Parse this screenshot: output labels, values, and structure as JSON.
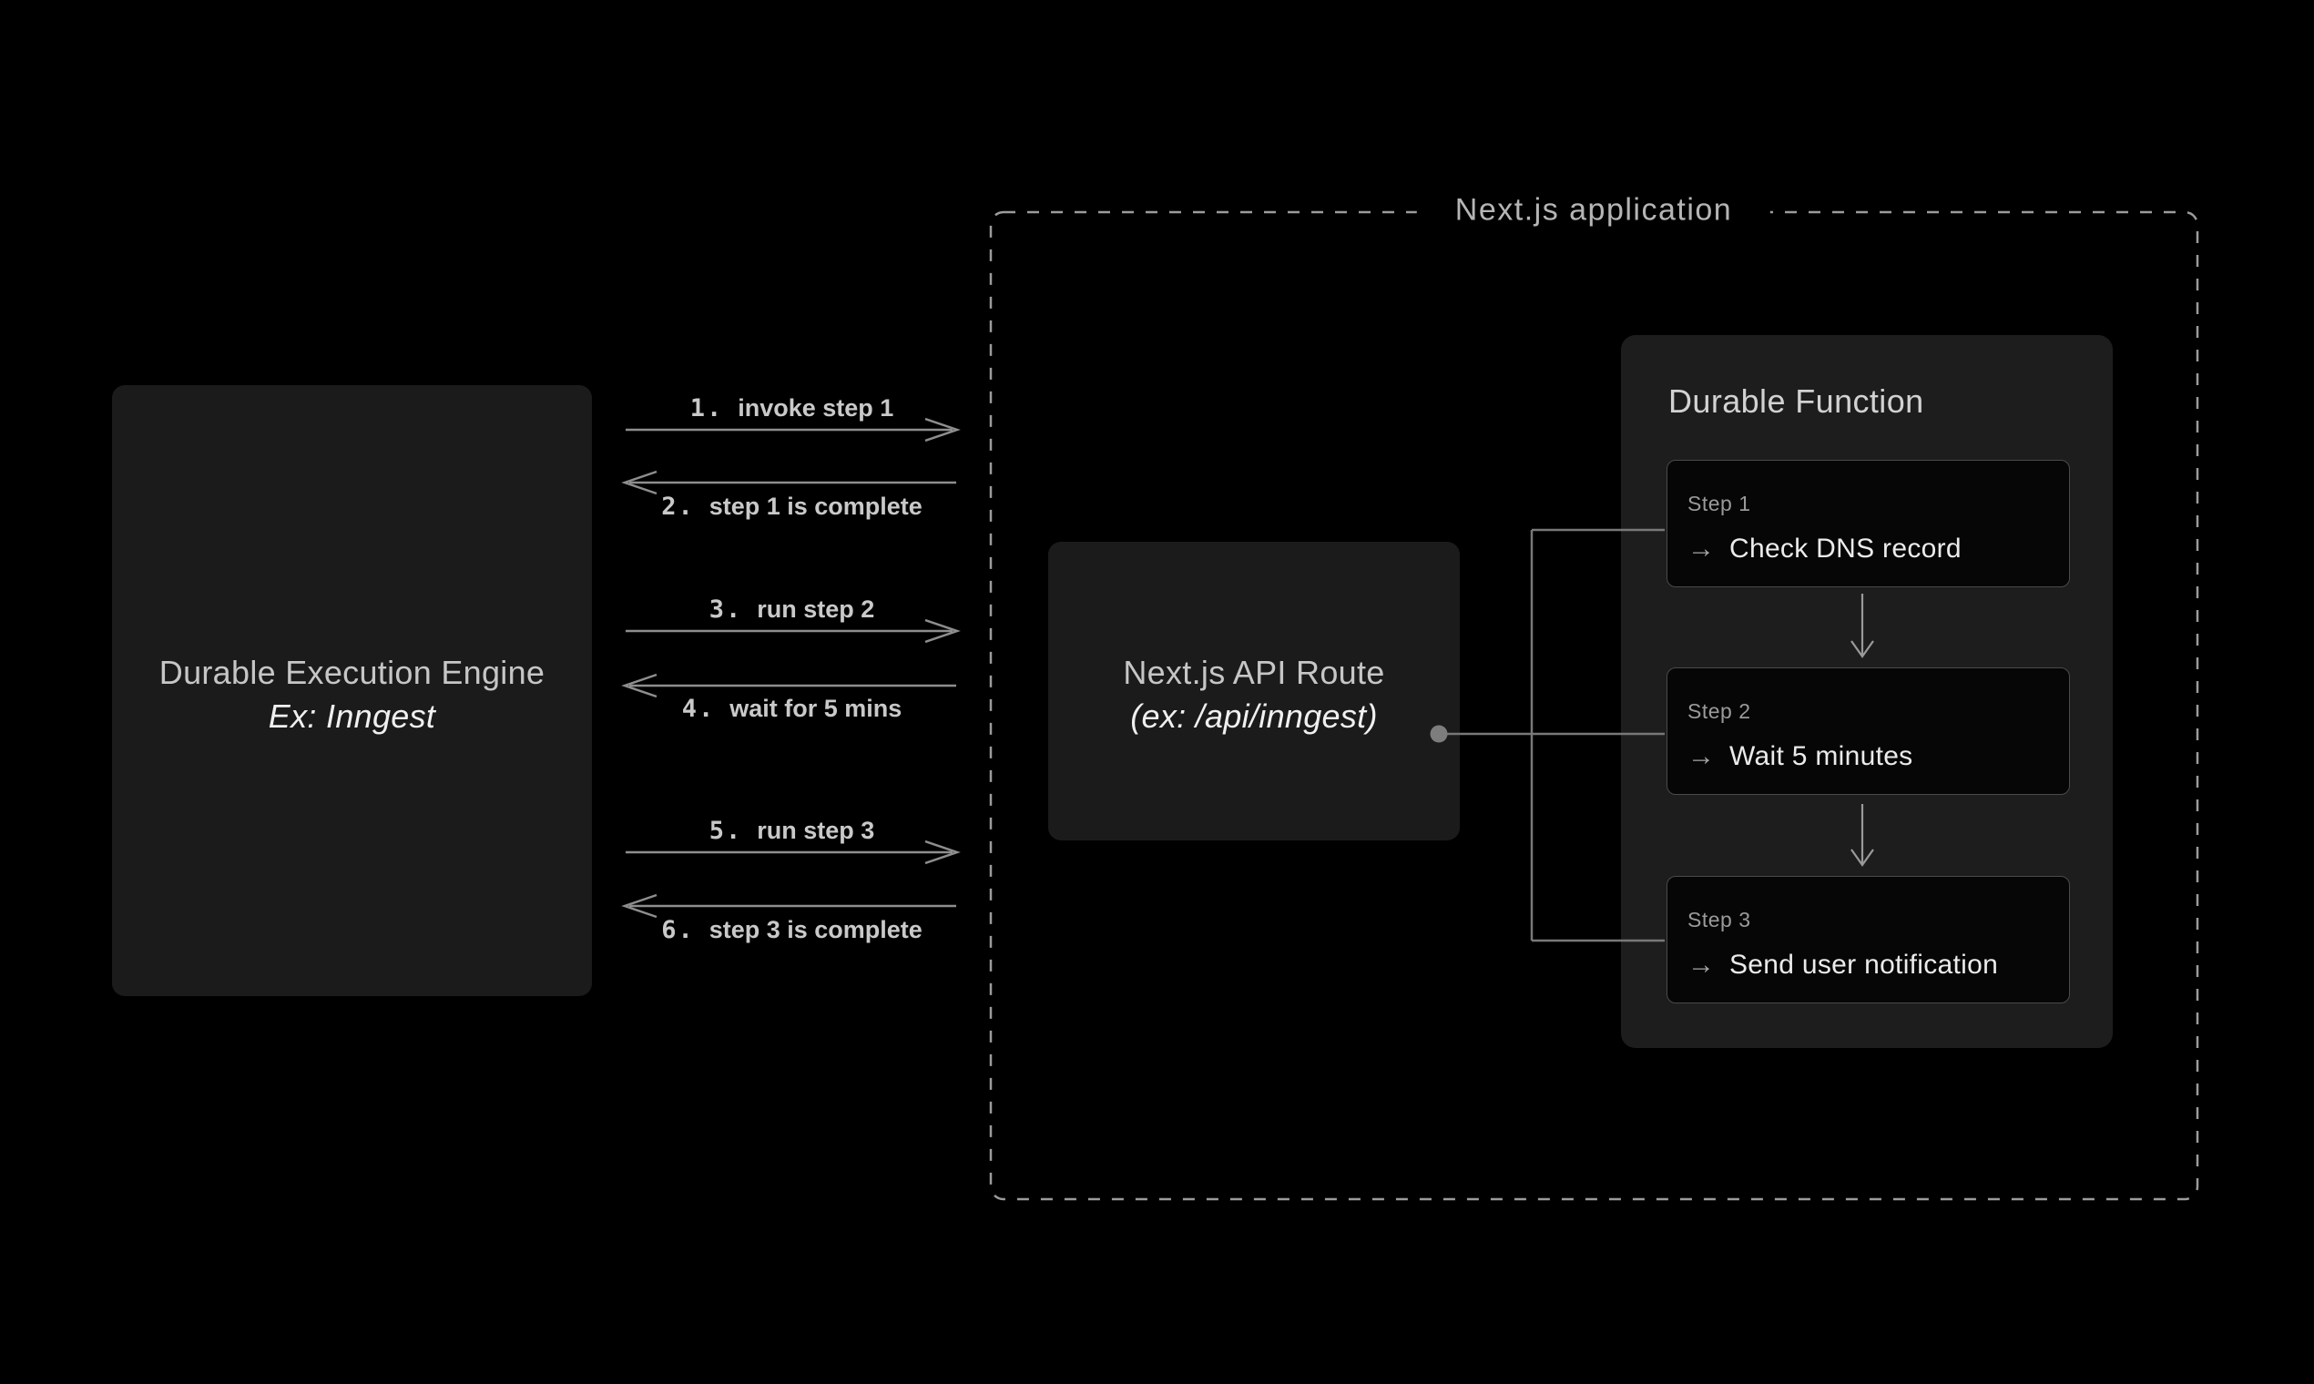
{
  "engine_box": {
    "title": "Durable Execution Engine",
    "subtitle": "Ex: Inngest"
  },
  "messages": [
    {
      "num": "1.",
      "label": "invoke step 1",
      "direction": "right"
    },
    {
      "num": "2.",
      "label": "step 1 is complete",
      "direction": "left"
    },
    {
      "num": "3.",
      "label": "run step 2",
      "direction": "right"
    },
    {
      "num": "4.",
      "label": "wait for 5 mins",
      "direction": "left"
    },
    {
      "num": "5.",
      "label": "run step 3",
      "direction": "right"
    },
    {
      "num": "6.",
      "label": "step 3 is complete",
      "direction": "left"
    }
  ],
  "nextjs_container": {
    "label": "Next.js application"
  },
  "api_box": {
    "title": "Next.js API Route",
    "subtitle": "(ex: /api/inngest)"
  },
  "durable_function": {
    "title": "Durable Function",
    "steps": [
      {
        "label": "Step 1",
        "action": "Check DNS record"
      },
      {
        "label": "Step 2",
        "action": "Wait 5 minutes"
      },
      {
        "label": "Step 3",
        "action": "Send user notification"
      }
    ]
  },
  "icons": {
    "step_arrow": "→"
  },
  "colors": {
    "background": "#000000",
    "box_fill": "#1b1b1b",
    "panel_fill": "#1d1d1d",
    "card_fill": "#060606",
    "card_border": "#4a4a4a",
    "sequence_line": "#8e8e8e",
    "junction_line": "#787878",
    "dashed_border": "#9c9c9c",
    "text_bright": "#f0f0f0",
    "text_primary": "#c9c9c9",
    "text_muted": "#9a9a9a"
  }
}
